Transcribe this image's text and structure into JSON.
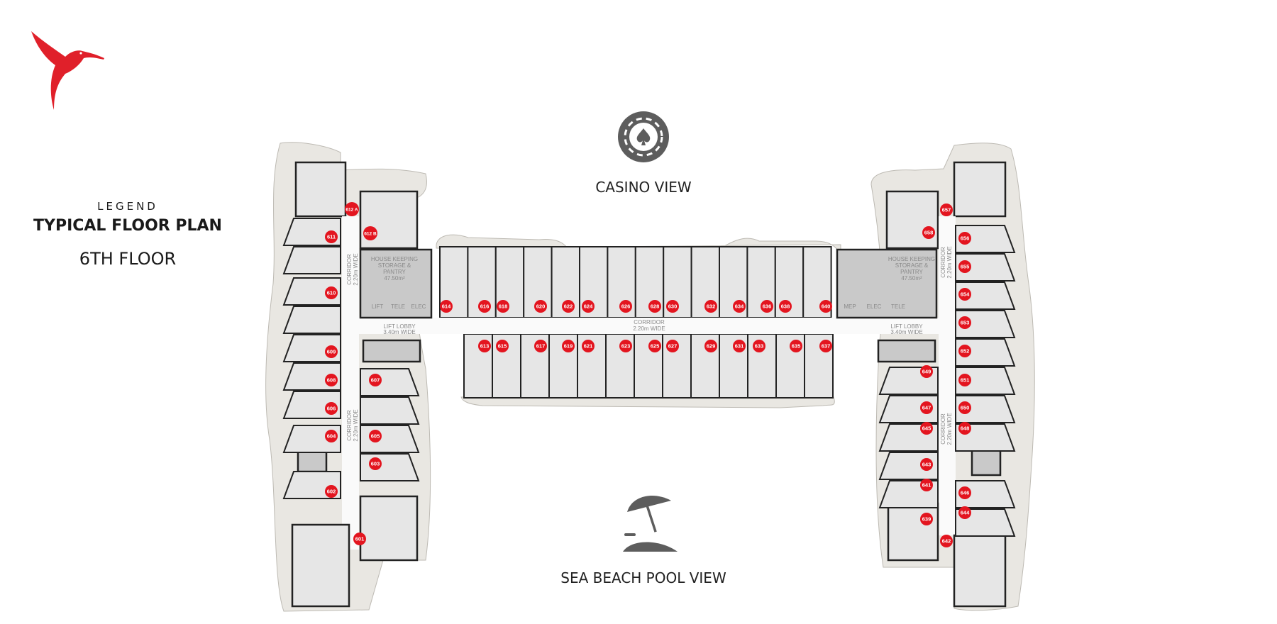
{
  "legend": {
    "heading": "LEGEND",
    "title": "TYPICAL FLOOR PLAN",
    "floor": "6TH FLOOR"
  },
  "views": {
    "top": "CASINO VIEW",
    "bottom": "SEA BEACH POOL VIEW",
    "top_icon": "casino-chip-spade-icon",
    "bottom_icon": "beach-umbrella-icon"
  },
  "colors": {
    "brand_red": "#e0202a",
    "unit_marker": "#e3151f",
    "wall": "#222222",
    "room": "#e6e6e6",
    "core": "#c9c9c9",
    "terrace": "#e9e7e2"
  },
  "plan_labels": {
    "lift_lobby": "LIFT LOBBY",
    "lift_lobby_width": "3.40m WIDE",
    "corridor": "CORRIDOR",
    "corridor_width": "2.20m WIDE",
    "housekeeping": "HOUSE KEEPING",
    "housekeeping2": "STORAGE &",
    "housekeeping3": "PANTRY",
    "housekeeping_area": "47.50m²",
    "tele": "TELE",
    "elec": "ELEC",
    "lift": "LIFT",
    "mep": "MEP"
  },
  "units": [
    "612 A",
    "612 B",
    "611",
    "610",
    "609",
    "608",
    "606",
    "604",
    "607",
    "605",
    "603",
    "602",
    "601",
    "614",
    "616",
    "618",
    "620",
    "622",
    "624",
    "626",
    "628",
    "630",
    "632",
    "634",
    "636",
    "638",
    "640",
    "613",
    "615",
    "617",
    "619",
    "621",
    "623",
    "625",
    "627",
    "629",
    "631",
    "633",
    "635",
    "637",
    "657",
    "658",
    "656",
    "655",
    "654",
    "653",
    "652",
    "649",
    "651",
    "647",
    "650",
    "645",
    "648",
    "643",
    "641",
    "646",
    "644",
    "639",
    "642"
  ]
}
